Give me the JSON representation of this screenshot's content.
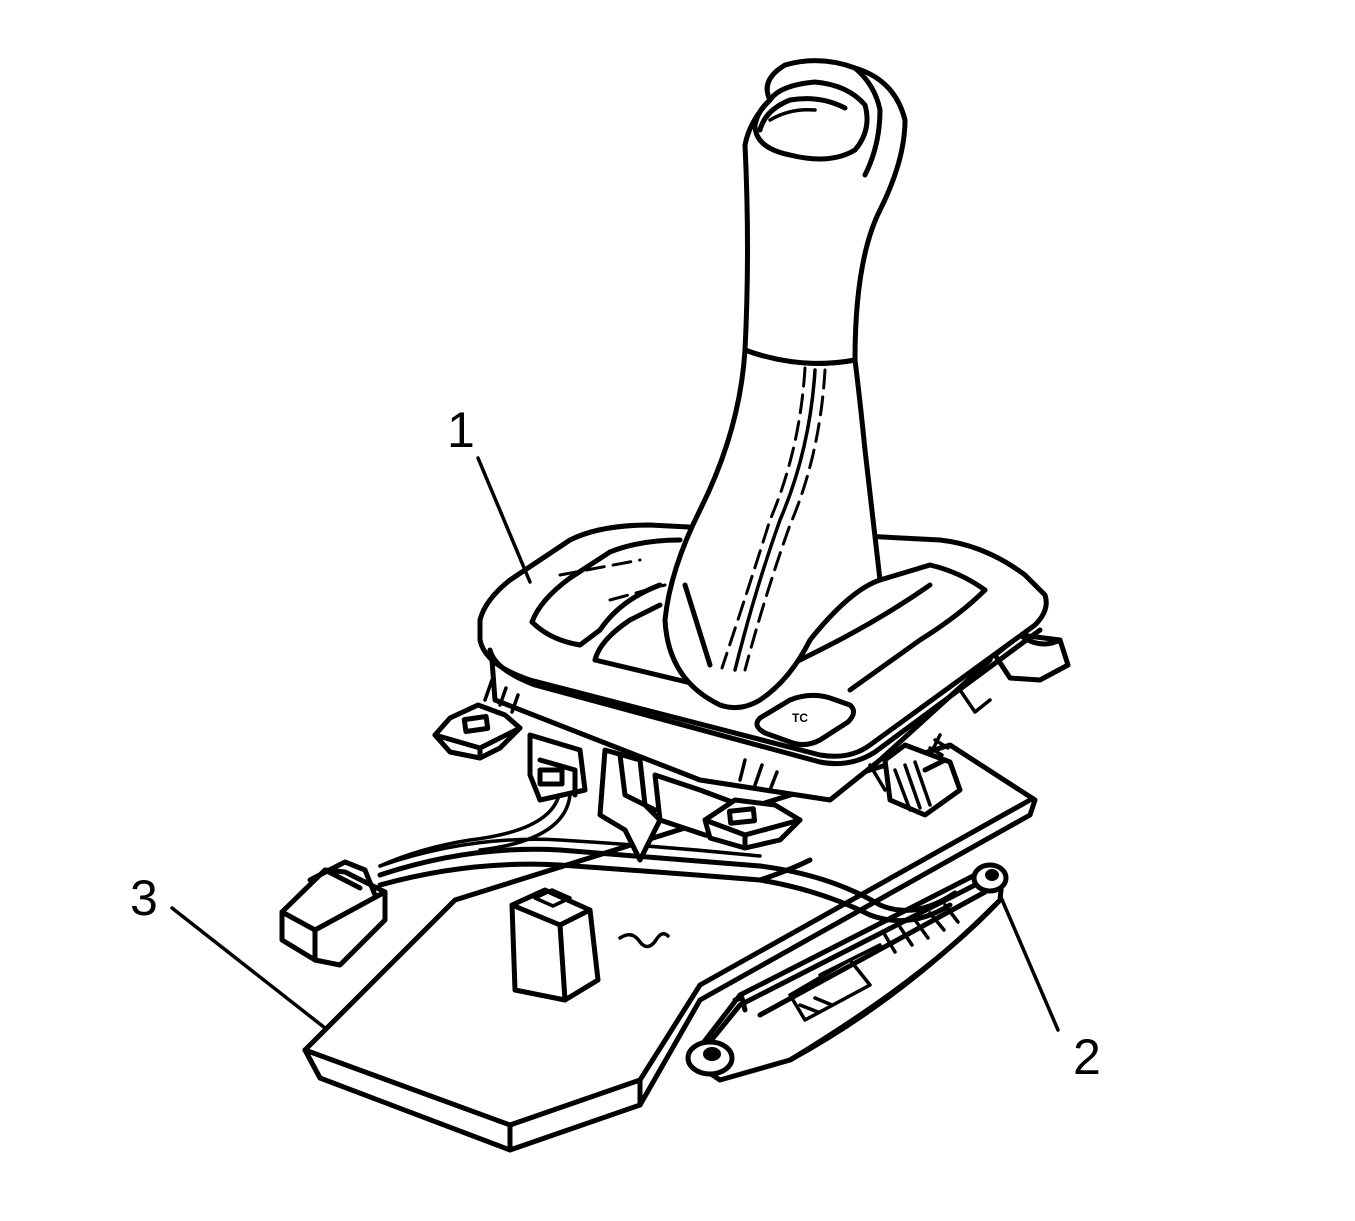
{
  "callouts": [
    {
      "id": "1",
      "text": "1"
    },
    {
      "id": "2",
      "text": "2"
    },
    {
      "id": "3",
      "text": "3"
    }
  ],
  "button_label": "TC",
  "colors": {
    "line": "#000000",
    "background": "#ffffff"
  }
}
